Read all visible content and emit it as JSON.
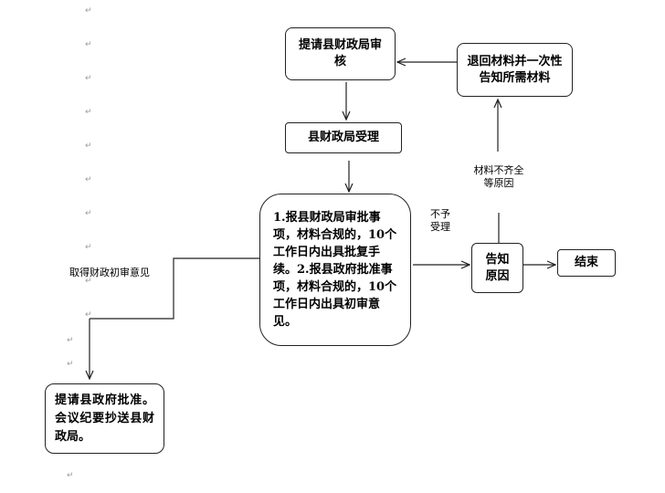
{
  "paragraph_mark": "↵",
  "nodes": {
    "submit_finance_review": "提请县财政局审核",
    "finance_accept": "县财政局受理",
    "approval_items": "1.报县财政局审批事项，材料合规的，10个工作日内出具批复手续。2.报县政府批准事项，材料合规的，10个工作日内出具初审意见。",
    "return_materials": "退回材料并一次性告知所需材料",
    "notify_reason": "告知原因",
    "end": "结束",
    "submit_gov_approval": "提请县政府批准。会议纪要抄送县财政局。"
  },
  "edge_labels": {
    "incomplete_materials": "材料不齐全等原因",
    "not_accepted": "不予受理",
    "get_preliminary_opinion": "取得财政初审意见"
  }
}
